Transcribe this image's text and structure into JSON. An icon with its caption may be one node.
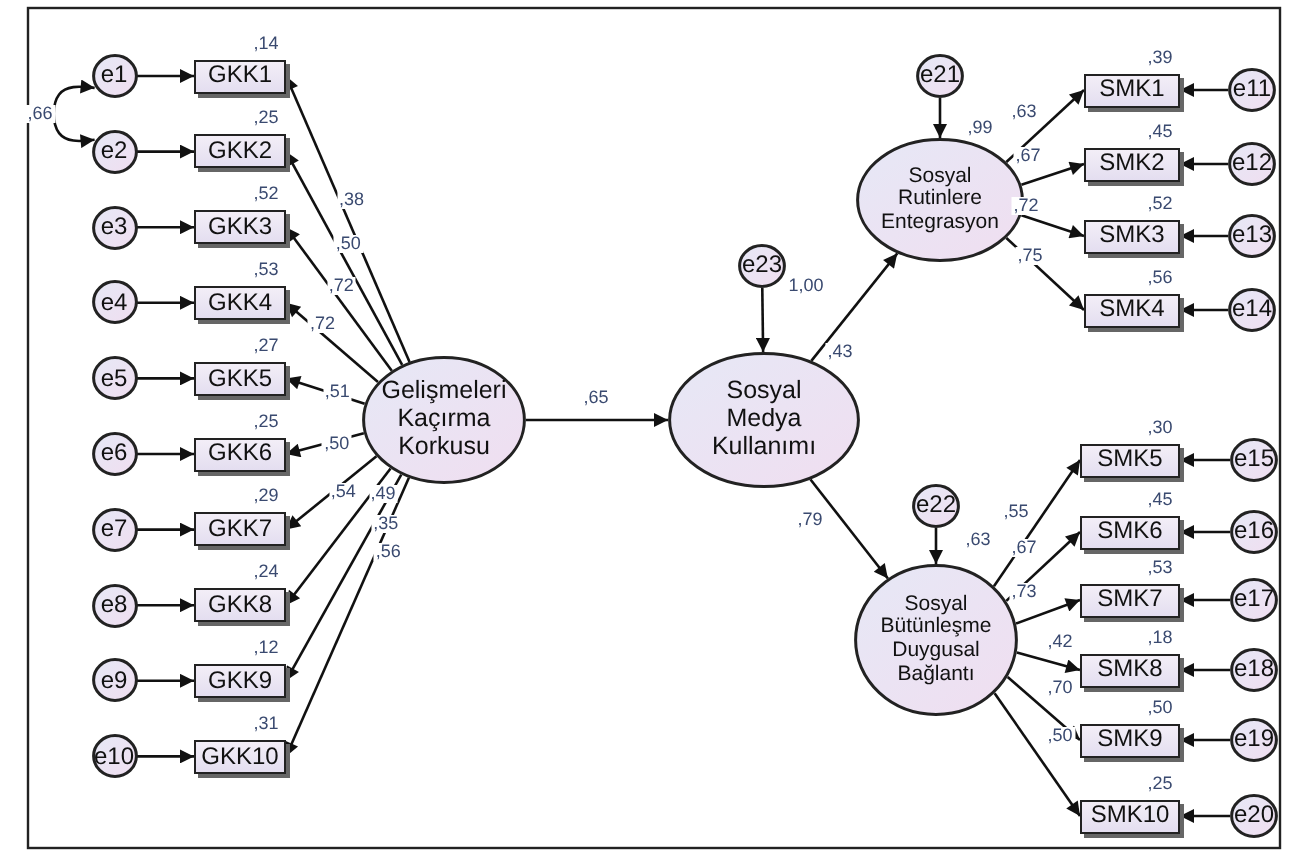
{
  "diagram": {
    "nodes": [
      {
        "text": [
          "GKK1"
        ],
        "beside": [
          ",14"
        ]
      },
      {
        "text": [
          "GKK2"
        ],
        "beside": [
          ",25"
        ]
      },
      {
        "text": [
          "GKK3"
        ],
        "beside": [
          ",52"
        ]
      },
      {
        "text": [
          "GKK4"
        ],
        "beside": [
          ",53"
        ]
      },
      {
        "text": [
          "GKK5"
        ],
        "beside": [
          ",27"
        ]
      },
      {
        "text": [
          "GKK6"
        ],
        "beside": [
          ",25"
        ]
      },
      {
        "text": [
          "GKK7"
        ],
        "beside": [
          ",29"
        ]
      },
      {
        "text": [
          "GKK8"
        ],
        "beside": [
          ",24"
        ]
      },
      {
        "text": [
          "GKK9"
        ],
        "beside": [
          ",12"
        ]
      },
      {
        "text": [
          "GKK10"
        ],
        "beside": [
          ",31"
        ]
      },
      {
        "text": [
          "e1"
        ]
      },
      {
        "text": [
          "e2"
        ]
      },
      {
        "text": [
          "e3"
        ]
      },
      {
        "text": [
          "e4"
        ]
      },
      {
        "text": [
          "e5"
        ]
      },
      {
        "text": [
          "e6"
        ]
      },
      {
        "text": [
          "e7"
        ]
      },
      {
        "text": [
          "e8"
        ]
      },
      {
        "text": [
          "e9"
        ]
      },
      {
        "text": [
          "e10"
        ]
      },
      {
        "text": [
          "Gelişmeleri Kaçırma Korkusu"
        ]
      },
      {
        "text": [
          "Sosyal Medya Kullanımı"
        ],
        "beside": [
          ",43"
        ]
      },
      {
        "text": [
          "e23"
        ]
      },
      {
        "text": [
          "Sosyal Rutinlere Entegrasyon"
        ],
        "beside": [
          ",99"
        ]
      },
      {
        "text": [
          "e21"
        ]
      },
      {
        "text": [
          "SMK1"
        ],
        "beside": [
          ",39"
        ]
      },
      {
        "text": [
          "SMK2"
        ],
        "beside": [
          ",45"
        ]
      },
      {
        "text": [
          "SMK3"
        ],
        "beside": [
          ",52"
        ]
      },
      {
        "text": [
          "SMK4"
        ],
        "beside": [
          ",56"
        ]
      },
      {
        "text": [
          "e11"
        ]
      },
      {
        "text": [
          "e12"
        ]
      },
      {
        "text": [
          "e13"
        ]
      },
      {
        "text": [
          "e14"
        ]
      },
      {
        "text": [
          "Sosyal Bütünleşme Duygusal Bağlantı"
        ],
        "beside": [
          ",63"
        ]
      },
      {
        "text": [
          "e22"
        ]
      },
      {
        "text": [
          "SMK5"
        ],
        "beside": [
          ",30"
        ]
      },
      {
        "text": [
          "SMK6"
        ],
        "beside": [
          ",45"
        ]
      },
      {
        "text": [
          "SMK7"
        ],
        "beside": [
          ",53"
        ]
      },
      {
        "text": [
          "SMK8"
        ],
        "beside": [
          ",18"
        ]
      },
      {
        "text": [
          "SMK9"
        ],
        "beside": [
          ",50"
        ]
      },
      {
        "text": [
          "SMK10"
        ],
        "beside": [
          ",25"
        ]
      },
      {
        "text": [
          "e15"
        ]
      },
      {
        "text": [
          "e16"
        ]
      },
      {
        "text": [
          "e17"
        ]
      },
      {
        "text": [
          "e18"
        ]
      },
      {
        "text": [
          "e19"
        ]
      },
      {
        "text": [
          "e20"
        ]
      }
    ],
    "edges": [
      {
        "from": 10,
        "to": 0,
        "arrow": "to"
      },
      {
        "from": 11,
        "to": 1,
        "arrow": "to"
      },
      {
        "from": 12,
        "to": 2,
        "arrow": "to"
      },
      {
        "from": 13,
        "to": 3,
        "arrow": "to"
      },
      {
        "from": 14,
        "to": 4,
        "arrow": "to"
      },
      {
        "from": 15,
        "to": 5,
        "arrow": "to"
      },
      {
        "from": 16,
        "to": 6,
        "arrow": "to"
      },
      {
        "from": 17,
        "to": 7,
        "arrow": "to"
      },
      {
        "from": 18,
        "to": 8,
        "arrow": "to"
      },
      {
        "from": 19,
        "to": 9,
        "arrow": "to"
      },
      {
        "from": 10,
        "to": 11,
        "arrow": "both",
        "label": ",66"
      },
      {
        "from": 20,
        "to": 0,
        "arrow": "to",
        "label": ",38"
      },
      {
        "from": 20,
        "to": 1,
        "arrow": "to",
        "label": ",50"
      },
      {
        "from": 20,
        "to": 2,
        "arrow": "to",
        "label": ",72"
      },
      {
        "from": 20,
        "to": 3,
        "arrow": "to",
        "label": ",72"
      },
      {
        "from": 20,
        "to": 4,
        "arrow": "to",
        "label": ",51"
      },
      {
        "from": 20,
        "to": 5,
        "arrow": "to",
        "label": ",50"
      },
      {
        "from": 20,
        "to": 6,
        "arrow": "to",
        "label": ",54"
      },
      {
        "from": 20,
        "to": 7,
        "arrow": "to",
        "label": ",49"
      },
      {
        "from": 20,
        "to": 8,
        "arrow": "to",
        "label": ",35"
      },
      {
        "from": 20,
        "to": 9,
        "arrow": "to",
        "label": ",56"
      },
      {
        "from": 20,
        "to": 21,
        "arrow": "to",
        "label": ",65"
      },
      {
        "from": 22,
        "to": 21,
        "arrow": "to"
      },
      {
        "from": 21,
        "to": 23,
        "arrow": "to",
        "label": "1,00"
      },
      {
        "from": 24,
        "to": 23,
        "arrow": "to"
      },
      {
        "from": 23,
        "to": 25,
        "arrow": "to",
        "label": ",63"
      },
      {
        "from": 23,
        "to": 26,
        "arrow": "to",
        "label": ",67"
      },
      {
        "from": 23,
        "to": 27,
        "arrow": "to",
        "label": ",72"
      },
      {
        "from": 23,
        "to": 28,
        "arrow": "to",
        "label": ",75"
      },
      {
        "from": 29,
        "to": 25,
        "arrow": "to"
      },
      {
        "from": 30,
        "to": 26,
        "arrow": "to"
      },
      {
        "from": 31,
        "to": 27,
        "arrow": "to"
      },
      {
        "from": 32,
        "to": 28,
        "arrow": "to"
      },
      {
        "from": 21,
        "to": 33,
        "arrow": "to",
        "label": ",79"
      },
      {
        "from": 34,
        "to": 33,
        "arrow": "to"
      },
      {
        "from": 33,
        "to": 35,
        "arrow": "to",
        "label": ",55"
      },
      {
        "from": 33,
        "to": 36,
        "arrow": "to",
        "label": ",67"
      },
      {
        "from": 33,
        "to": 37,
        "arrow": "to",
        "label": ",73"
      },
      {
        "from": 33,
        "to": 38,
        "arrow": "to",
        "label": ",42"
      },
      {
        "from": 33,
        "to": 39,
        "arrow": "to",
        "label": ",70"
      },
      {
        "from": 33,
        "to": 40,
        "arrow": "to",
        "label": ",50"
      },
      {
        "from": 41,
        "to": 35,
        "arrow": "to"
      },
      {
        "from": 42,
        "to": 36,
        "arrow": "to"
      },
      {
        "from": 43,
        "to": 37,
        "arrow": "to"
      },
      {
        "from": 44,
        "to": 38,
        "arrow": "to"
      },
      {
        "from": 45,
        "to": 39,
        "arrow": "to"
      },
      {
        "from": 46,
        "to": 40,
        "arrow": "to"
      }
    ]
  }
}
